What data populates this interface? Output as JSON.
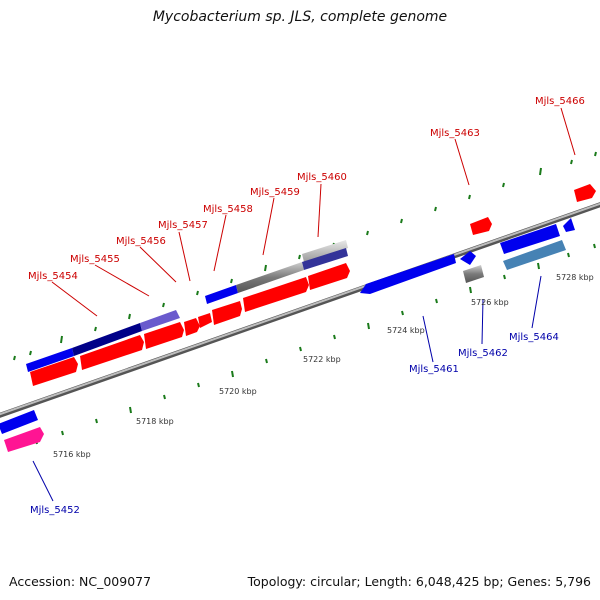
{
  "title": "Mycobacterium sp. JLS, complete genome",
  "footer": {
    "accession": "Accession: NC_009077",
    "summary": "Topology: circular; Length: 6,048,425 bp; Genes: 5,796"
  },
  "scale_labels": [
    "5716 kbp",
    "5718 kbp",
    "5720 kbp",
    "5722 kbp",
    "5724 kbp",
    "5726 kbp",
    "5728 kbp"
  ],
  "gene_labels": {
    "forward": [
      "Mjls_5454",
      "Mjls_5455",
      "Mjls_5456",
      "Mjls_5457",
      "Mjls_5458",
      "Mjls_5459",
      "Mjls_5460",
      "Mjls_5463",
      "Mjls_5466"
    ],
    "reverse": [
      "Mjls_5452",
      "Mjls_5461",
      "Mjls_5462",
      "Mjls_5464"
    ]
  },
  "colors": {
    "forward": "#ff0000",
    "reverse": "#0000ee",
    "forward_label": "#cc0000",
    "reverse_label": "#0000aa",
    "backbone": "#888888",
    "ticks": "#1a7a1a"
  }
}
